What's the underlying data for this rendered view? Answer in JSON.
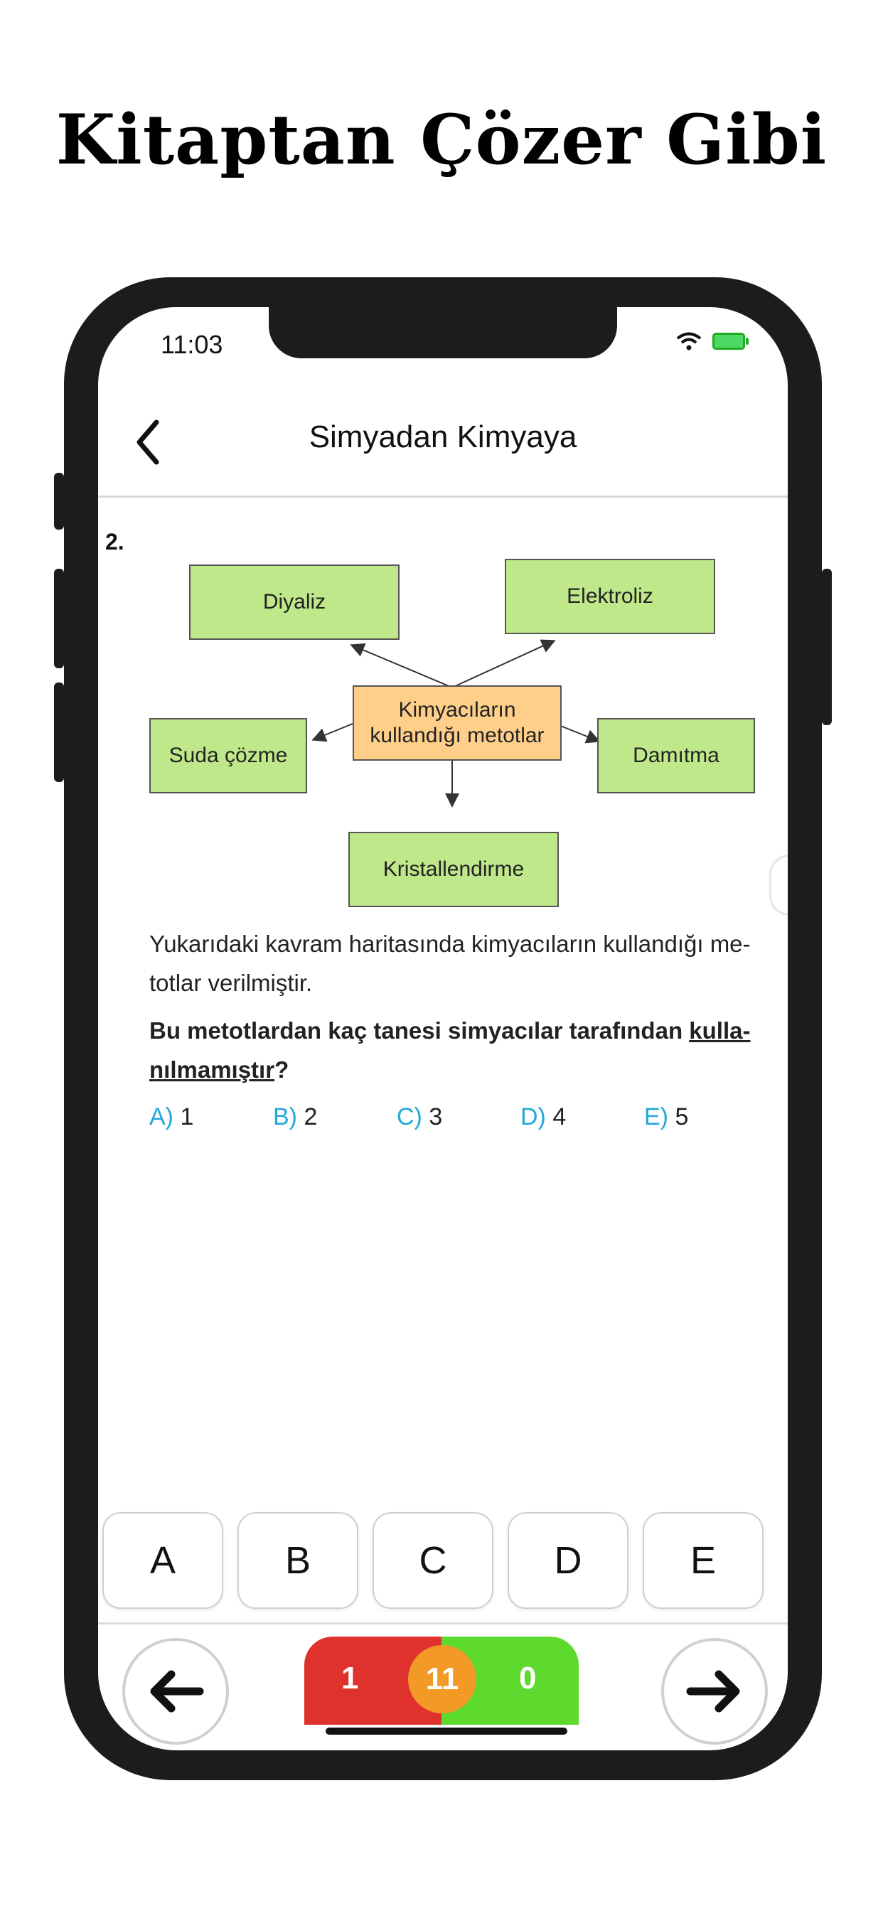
{
  "headline": "Kitaptan Çözer Gibi",
  "status": {
    "time": "11:03"
  },
  "nav": {
    "title": "Simyadan Kimyaya"
  },
  "question": {
    "number": "2.",
    "diagram": {
      "center": [
        "Kimyacıların",
        "kullandığı metotlar"
      ],
      "nodes": [
        "Diyaliz",
        "Elektroliz",
        "Suda çözme",
        "Damıtma",
        "Kristallendirme"
      ]
    },
    "text_line1": "Yukarıdaki kavram haritasında kimyacıların kullandığı me-",
    "text_line2": "totlar verilmiştir.",
    "bold_line1_a": "Bu metotlardan kaç tanesi simyacılar tarafından ",
    "bold_line1_b": "kulla-",
    "bold_line2_a": "nılmamıştır",
    "bold_line2_b": "?",
    "choices": [
      {
        "letter": "A)",
        "value": "1"
      },
      {
        "letter": "B)",
        "value": "2"
      },
      {
        "letter": "C)",
        "value": "3"
      },
      {
        "letter": "D)",
        "value": "4"
      },
      {
        "letter": "E)",
        "value": "5"
      }
    ]
  },
  "answers": [
    "A",
    "B",
    "C",
    "D",
    "E"
  ],
  "score": {
    "wrong": "1",
    "remaining": "11",
    "correct": "0"
  },
  "colors": {
    "wrong": "#e0322c",
    "remaining": "#f39a26",
    "correct": "#5ed92e",
    "choice_letter": "#23a8d9"
  },
  "icons": {
    "back": "chevron-left-icon",
    "prev": "arrow-left-icon",
    "next": "arrow-right-icon"
  }
}
